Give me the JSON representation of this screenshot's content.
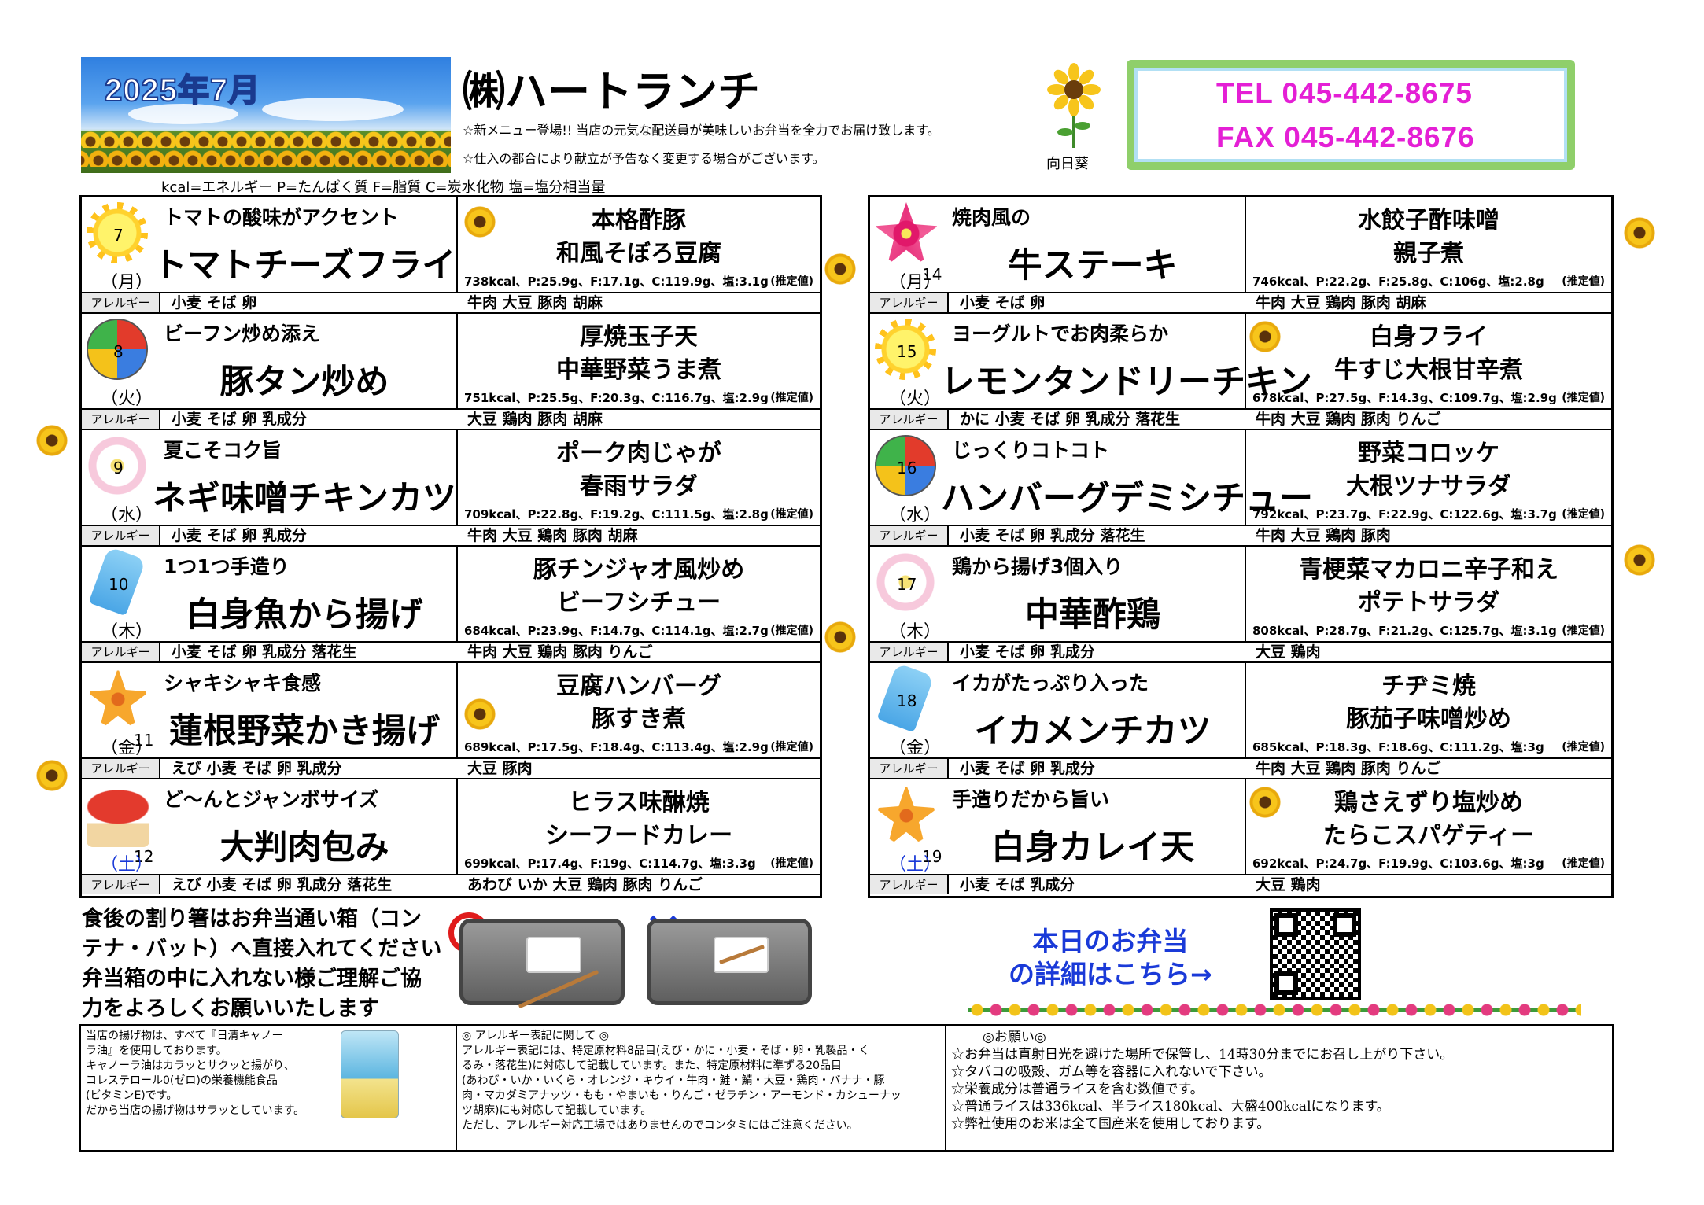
{
  "header": {
    "month_title": "2025年7月",
    "company": "㈱ハートランチ",
    "notice1": "☆新メニュー登場!! 当店の元気な配送員が美味しいお弁当を全力でお届け致します。",
    "notice2": "☆仕入の都合により献立が予告なく変更する場合がございます。",
    "legend": "kcal=エネルギー  P=たんぱく質  F=脂質  C=炭水化物  塩=塩分相当量",
    "sunflower_label": "向日葵",
    "tel": "TEL  045-442-8675",
    "fax": "FAX  045-442-8676"
  },
  "allergy_tag": "アレルギー",
  "estimate_note": "(推定値)",
  "left": [
    {
      "num": "7",
      "wd": "（月）",
      "icon": "sun-icon",
      "catch": "トマトの酸味がアクセント",
      "dish": "トマトチーズフライ",
      "side1": "本格酢豚",
      "side2": "和風そぼろ豆腐",
      "nut": "738kcal、P:25.9g、F:17.1g、C:119.9g、塩:3.1g",
      "al1": "小麦 そば 卵",
      "al2": "牛肉 大豆 豚肉 胡麻"
    },
    {
      "num": "8",
      "wd": "（火）",
      "icon": "beach-ball-icon",
      "catch": "ビーフン炒め添え",
      "dish": "豚タン炒め",
      "side1": "厚焼玉子天",
      "side2": "中華野菜うま煮",
      "nut": "751kcal、P:25.5g、F:20.3g、C:116.7g、塩:2.9g",
      "al1": "小麦 そば 卵 乳成分",
      "al2": "大豆 鶏肉 豚肉 胡麻"
    },
    {
      "num": "9",
      "wd": "（水）",
      "icon": "plumeria-icon",
      "catch": "夏こそコク旨",
      "dish": "ネギ味噌チキンカツ",
      "side1": "ポーク肉じゃが",
      "side2": "春雨サラダ",
      "nut": "709kcal、P:22.8g、F:19.2g、C:111.5g、塩:2.8g",
      "al1": "小麦 そば 卵 乳成分",
      "al2": "牛肉 大豆 鶏肉 豚肉 胡麻"
    },
    {
      "num": "10",
      "wd": "（木）",
      "icon": "popsicle-icon",
      "catch": "1つ1つ手造り",
      "dish": "白身魚から揚げ",
      "side1": "豚チンジャオ風炒め",
      "side2": "ビーフシチュー",
      "nut": "684kcal、P:23.9g、F:14.7g、C:114.1g、塩:2.7g",
      "al1": "小麦 そば 卵 乳成分 落花生",
      "al2": "牛肉 大豆 鶏肉 豚肉 りんご"
    },
    {
      "num": "11",
      "wd": "（金）",
      "icon": "hibiscus-orange-icon",
      "catch": "シャキシャキ食感",
      "dish": "蓮根野菜かき揚げ",
      "side1": "豆腐ハンバーグ",
      "side2": "豚すき煮",
      "nut": "689kcal、P:17.5g、F:18.4g、C:113.4g、塩:2.9g",
      "al1": "えび 小麦 そば 卵 乳成分",
      "al2": "大豆 豚肉"
    },
    {
      "num": "12",
      "wd": "（土）",
      "icon": "parasol-icon",
      "catch": "ど～んとジャンボサイズ",
      "dish": "大判肉包み",
      "side1": "ヒラス味醂焼",
      "side2": "シーフードカレー",
      "nut": "699kcal、P:17.4g、F:19g、C:114.7g、塩:3.3g",
      "al1": "えび 小麦 そば 卵 乳成分 落花生",
      "al2": "あわび いか 大豆 鶏肉 豚肉 りんご"
    }
  ],
  "right": [
    {
      "num": "14",
      "wd": "（月）",
      "icon": "hibiscus-pink-icon",
      "catch": "焼肉風の",
      "dish": "牛ステーキ",
      "side1": "水餃子酢味噌",
      "side2": "親子煮",
      "nut": "746kcal、P:22.2g、F:25.8g、C:106g、塩:2.8g",
      "al1": "小麦 そば 卵",
      "al2": "牛肉 大豆 鶏肉 豚肉 胡麻"
    },
    {
      "num": "15",
      "wd": "（火）",
      "icon": "sun-icon",
      "catch": "ヨーグルトでお肉柔らか",
      "dish": "レモンタンドリーチキン",
      "side1": "白身フライ",
      "side2": "牛すじ大根甘辛煮",
      "nut": "678kcal、P:27.5g、F:14.3g、C:109.7g、塩:2.9g",
      "al1": "かに 小麦 そば 卵 乳成分 落花生",
      "al2": "牛肉 大豆 鶏肉 豚肉 りんご"
    },
    {
      "num": "16",
      "wd": "（水）",
      "icon": "beach-ball-icon",
      "catch": "じっくりコトコト",
      "dish": "ハンバーグデミシチュー",
      "side1": "野菜コロッケ",
      "side2": "大根ツナサラダ",
      "nut": "792kcal、P:23.7g、F:22.9g、C:122.6g、塩:3.7g",
      "al1": "小麦 そば 卵 乳成分 落花生",
      "al2": "牛肉 大豆 鶏肉 豚肉"
    },
    {
      "num": "17",
      "wd": "（木）",
      "icon": "plumeria-icon",
      "catch": "鶏から揚げ3個入り",
      "dish": "中華酢鶏",
      "side1": "青梗菜マカロニ辛子和え",
      "side2": "ポテトサラダ",
      "nut": "808kcal、P:28.7g、F:21.2g、C:125.7g、塩:3.1g",
      "al1": "小麦 そば 卵 乳成分",
      "al2": "大豆 鶏肉"
    },
    {
      "num": "18",
      "wd": "（金）",
      "icon": "popsicle-icon",
      "catch": "イカがたっぷり入った",
      "dish": "イカメンチカツ",
      "side1": "チヂミ焼",
      "side2": "豚茄子味噌炒め",
      "nut": "685kcal、P:18.3g、F:18.6g、C:111.2g、塩:3g",
      "al1": "小麦 そば 卵 乳成分",
      "al2": "牛肉 大豆 鶏肉 豚肉 りんご"
    },
    {
      "num": "19",
      "wd": "（土）",
      "icon": "hibiscus-orange-icon",
      "catch": "手造りだから旨い",
      "dish": "白身カレイ天",
      "side1": "鶏さえずり塩炒め",
      "side2": "たらこスパゲティー",
      "nut": "692kcal、P:24.7g、F:19.9g、C:103.6g、塩:3g",
      "al1": "小麦 そば 乳成分",
      "al2": "大豆 鶏肉"
    }
  ],
  "chopsticks_note": [
    "食後の割り箸はお弁当通い箱（コン",
    "テナ・バット）へ直接入れてください",
    "弁当箱の中に入れない様ご理解ご協",
    "力をよろしくお願いいたします"
  ],
  "ng_symbol": "×",
  "detail_link": [
    "本日のお弁当",
    "の詳細はこちら→"
  ],
  "info": {
    "oil": [
      "当店の揚げ物は、すべて『日清キャノー",
      "ラ油』を使用しております。",
      "キャノーラ油はカラッとサクッと揚がり、",
      "コレステロール0(ゼロ)の栄養機能食品",
      "(ビタミンE)です。",
      "だから当店の揚げ物はサラッとしています。"
    ],
    "allergy_title": "◎ アレルギー表記に関して ◎",
    "allergy_body": [
      "アレルギー表記には、特定原材料8品目(えび・かに・小麦・そば・卵・乳製品・く",
      "るみ・落花生)に対応して記載しています。また、特定原材料に準ずる20品目",
      "(あわび・いか・いくら・オレンジ・キウイ・牛肉・鮭・鯖・大豆・鶏肉・バナナ・豚",
      "肉・マカダミアナッツ・もも・やまいも・りんご・ゼラチン・アーモンド・カシューナッ",
      "ツ胡麻)にも対応して記載しています。",
      "ただし、アレルギー対応工場ではありませんのでコンタミにはご注意ください。"
    ],
    "request_title": "◎お願い◎",
    "requests": [
      "☆お弁当は直射日光を避けた場所で保管し、14時30分までにお召し上がり下さい。",
      "☆タバコの吸殻、ガム等を容器に入れないで下さい。",
      "☆栄養成分は普通ライスを含む数値です。",
      "☆普通ライスは336kcal、半ライス180kcal、大盛400kcalになります。",
      "☆弊社使用のお米は全て国産米を使用しております。"
    ]
  }
}
